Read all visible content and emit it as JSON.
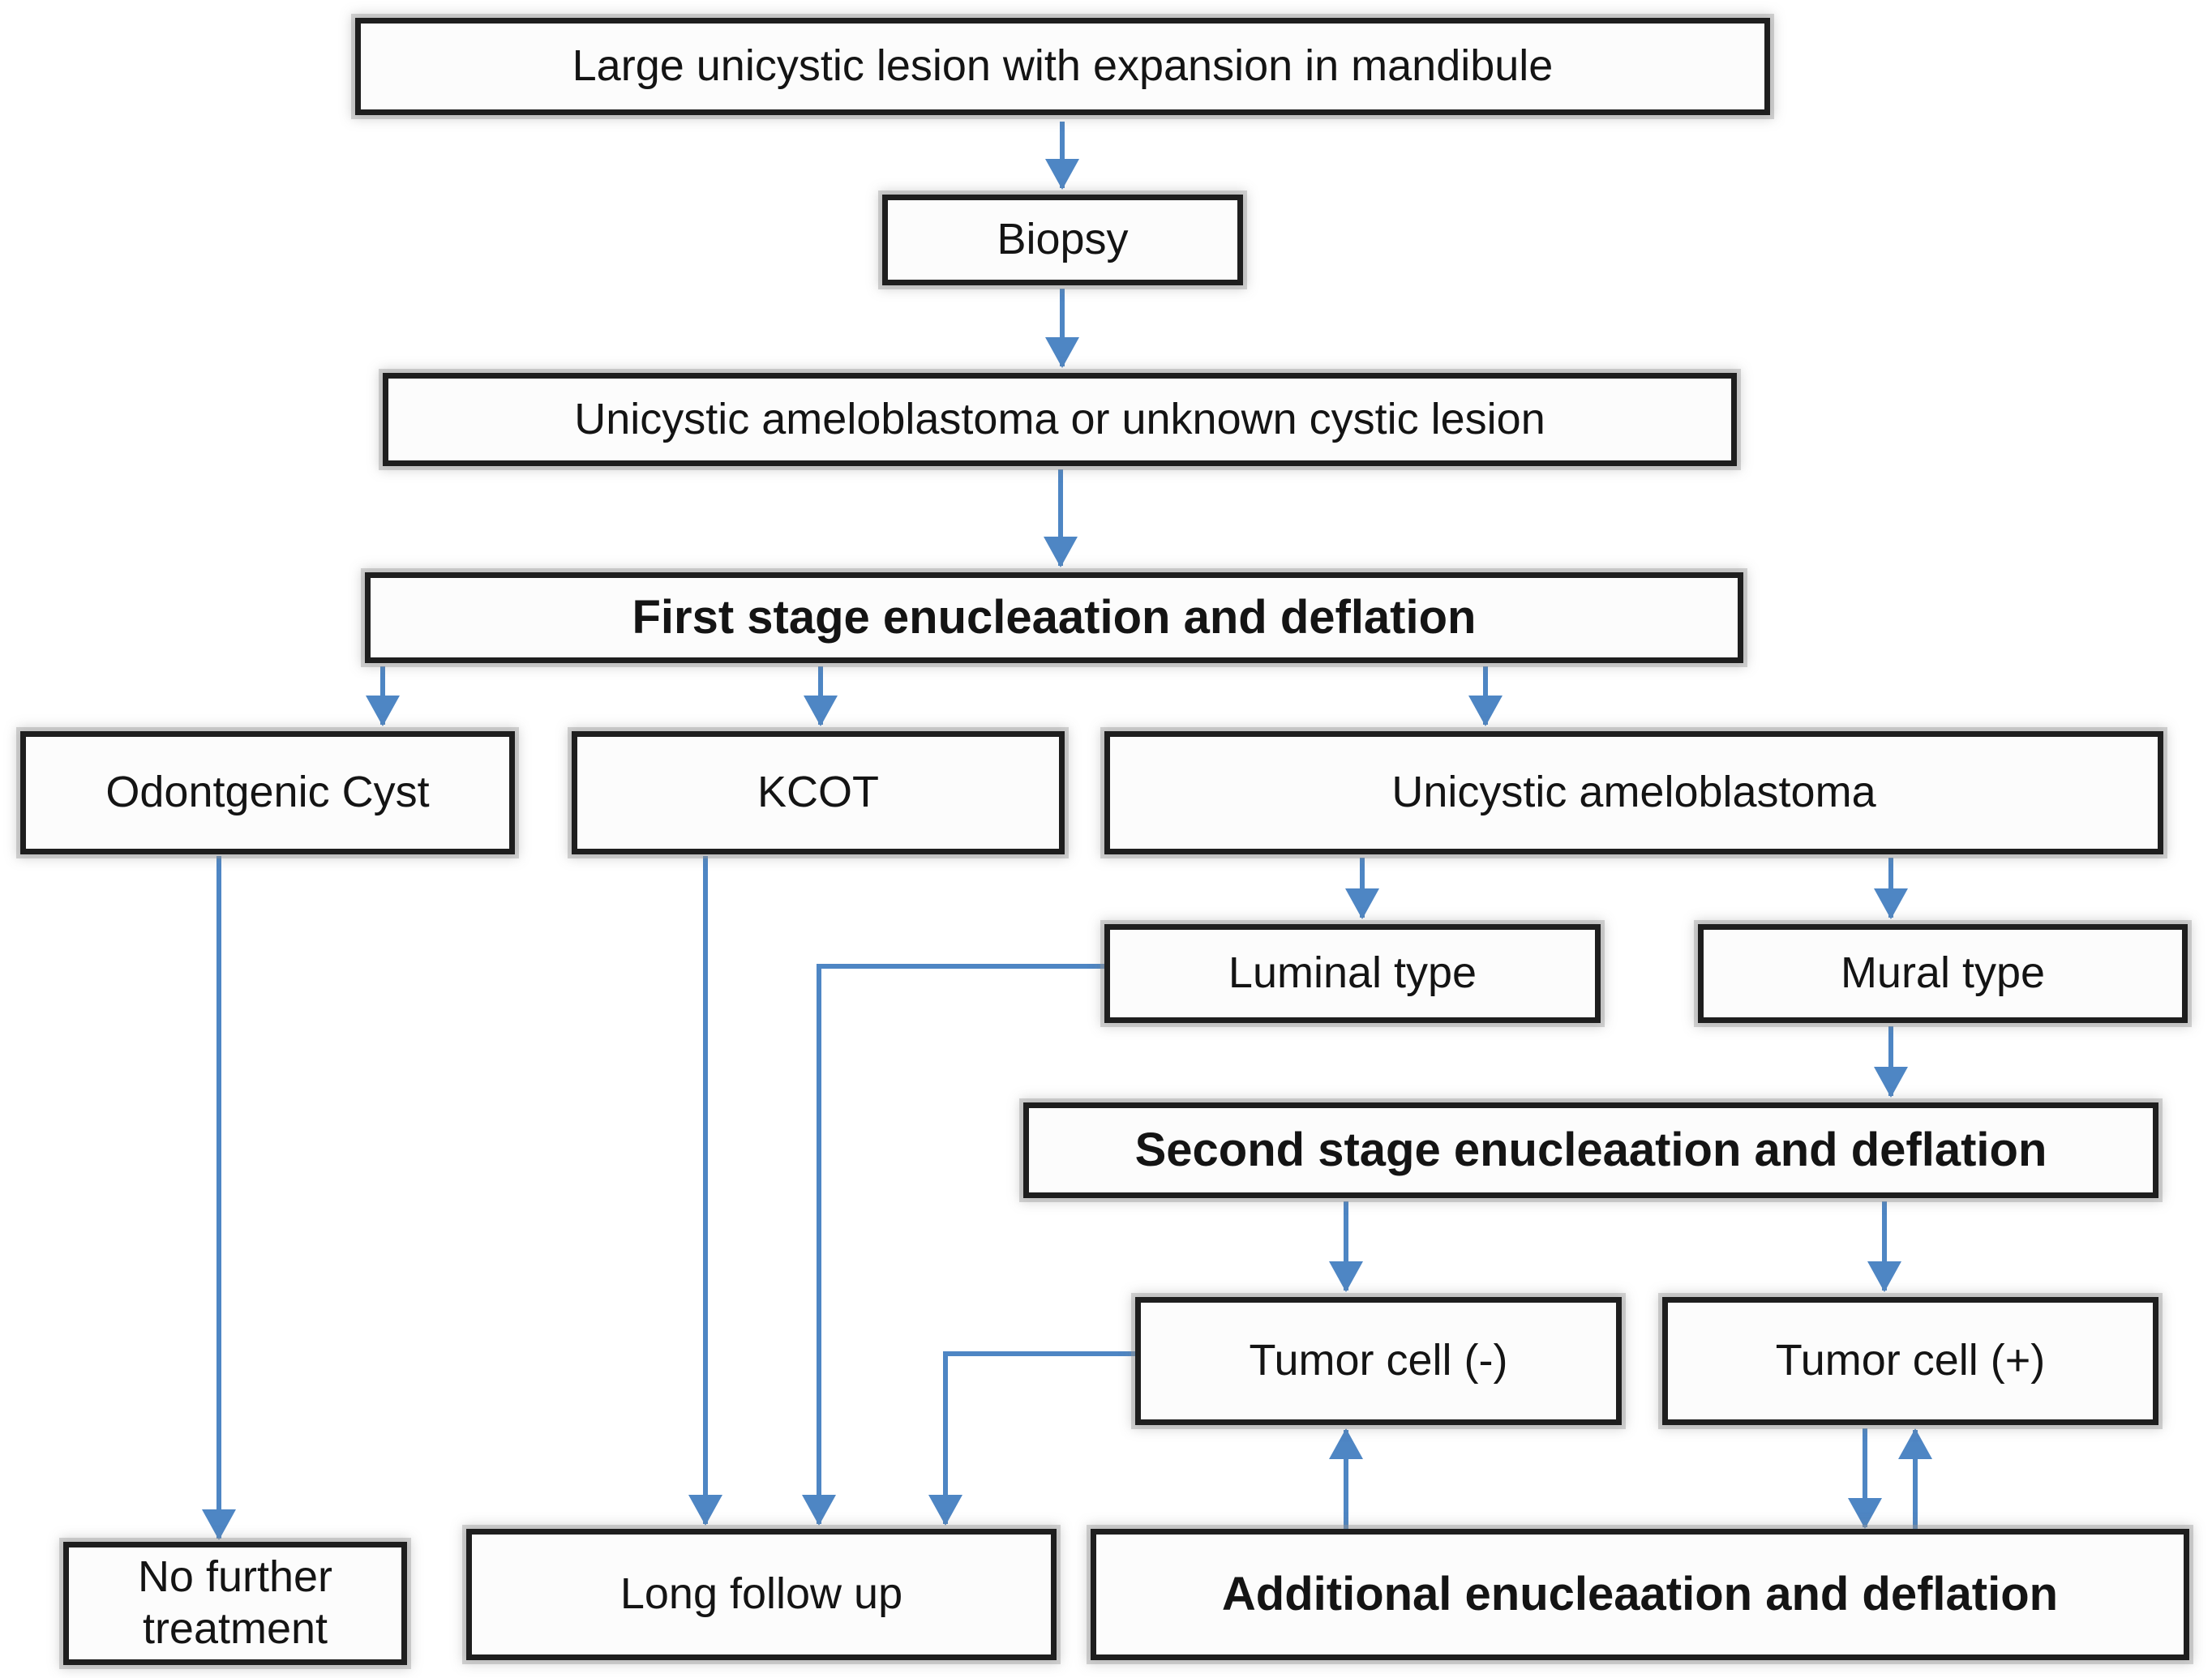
{
  "diagram_type": "flowchart",
  "colors": {
    "arrow_blue": "#4e86c4",
    "box_border": "#1e1e1e",
    "box_fill": "#fcfcfc",
    "text": "#141414",
    "background": "#ffffff"
  },
  "nodes": {
    "large_lesion": {
      "label": "Large unicystic lesion with expansion in mandibule",
      "bold": false
    },
    "biopsy": {
      "label": "Biopsy",
      "bold": false
    },
    "unknown_cystic": {
      "label": "Unicystic ameloblastoma or unknown cystic lesion",
      "bold": false
    },
    "first_stage": {
      "label": "First stage enucleaation and deflation",
      "bold": true
    },
    "odontgenic_cyst": {
      "label": "Odontgenic Cyst",
      "bold": false
    },
    "kcot": {
      "label": "KCOT",
      "bold": false
    },
    "unicystic_ameloblastoma": {
      "label": "Unicystic ameloblastoma",
      "bold": false
    },
    "luminal_type": {
      "label": "Luminal type",
      "bold": false
    },
    "mural_type": {
      "label": "Mural type",
      "bold": false
    },
    "second_stage": {
      "label": "Second stage enucleaation and deflation",
      "bold": true
    },
    "tumor_cell_neg": {
      "label": "Tumor cell (-)",
      "bold": false
    },
    "tumor_cell_pos": {
      "label": "Tumor cell (+)",
      "bold": false
    },
    "no_further_treatment": {
      "label": "No further treatment",
      "bold": false
    },
    "long_follow_up": {
      "label": "Long follow up",
      "bold": false
    },
    "additional_enucleation": {
      "label": "Additional enucleaation and deflation",
      "bold": true
    }
  },
  "edges": [
    {
      "from": "large_lesion",
      "to": "biopsy"
    },
    {
      "from": "biopsy",
      "to": "unknown_cystic"
    },
    {
      "from": "unknown_cystic",
      "to": "first_stage"
    },
    {
      "from": "first_stage",
      "to": "odontgenic_cyst"
    },
    {
      "from": "first_stage",
      "to": "kcot"
    },
    {
      "from": "first_stage",
      "to": "unicystic_ameloblastoma"
    },
    {
      "from": "unicystic_ameloblastoma",
      "to": "luminal_type"
    },
    {
      "from": "unicystic_ameloblastoma",
      "to": "mural_type"
    },
    {
      "from": "mural_type",
      "to": "second_stage"
    },
    {
      "from": "second_stage",
      "to": "tumor_cell_neg"
    },
    {
      "from": "second_stage",
      "to": "tumor_cell_pos"
    },
    {
      "from": "odontgenic_cyst",
      "to": "no_further_treatment"
    },
    {
      "from": "kcot",
      "to": "long_follow_up"
    },
    {
      "from": "luminal_type",
      "to": "long_follow_up"
    },
    {
      "from": "tumor_cell_neg",
      "to": "long_follow_up"
    },
    {
      "from": "additional_enucleation",
      "to": "tumor_cell_neg"
    },
    {
      "from": "tumor_cell_pos",
      "to": "additional_enucleation"
    },
    {
      "from": "additional_enucleation",
      "to": "tumor_cell_pos"
    }
  ]
}
